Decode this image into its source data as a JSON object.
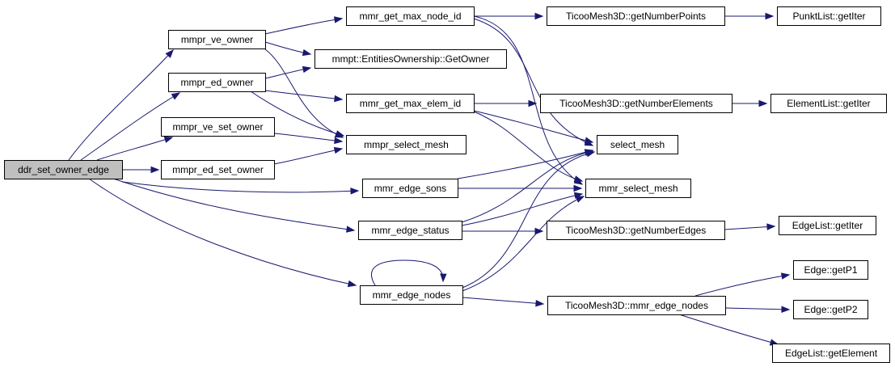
{
  "diagram": {
    "colors": {
      "edge": "#191970",
      "node_fill": "#ffffff",
      "root_fill": "#bfbfbf",
      "border": "#000000",
      "text": "#000000"
    },
    "nodes": [
      {
        "id": "root",
        "label": "ddr_set_owner_edge",
        "root": true
      },
      {
        "id": "ve_owner",
        "label": "mmpr_ve_owner"
      },
      {
        "id": "ed_owner",
        "label": "mmpr_ed_owner"
      },
      {
        "id": "ve_set_owner",
        "label": "mmpr_ve_set_owner"
      },
      {
        "id": "ed_set_owner",
        "label": "mmpr_ed_set_owner"
      },
      {
        "id": "max_node_id",
        "label": "mmr_get_max_node_id"
      },
      {
        "id": "get_owner",
        "label": "mmpt::EntitiesOwnership::GetOwner"
      },
      {
        "id": "max_elem_id",
        "label": "mmr_get_max_elem_id"
      },
      {
        "id": "mmpr_select_mesh",
        "label": "mmpr_select_mesh"
      },
      {
        "id": "edge_sons",
        "label": "mmr_edge_sons"
      },
      {
        "id": "edge_status",
        "label": "mmr_edge_status"
      },
      {
        "id": "edge_nodes",
        "label": "mmr_edge_nodes"
      },
      {
        "id": "num_points",
        "label": "TicooMesh3D::getNumberPoints"
      },
      {
        "id": "num_elements",
        "label": "TicooMesh3D::getNumberElements"
      },
      {
        "id": "select_mesh",
        "label": "select_mesh"
      },
      {
        "id": "mmr_select_mesh",
        "label": "mmr_select_mesh"
      },
      {
        "id": "num_edges",
        "label": "TicooMesh3D::getNumberEdges"
      },
      {
        "id": "ticoo_edge_nodes",
        "label": "TicooMesh3D::mmr_edge_nodes"
      },
      {
        "id": "punkt_iter",
        "label": "PunktList::getIter"
      },
      {
        "id": "element_iter",
        "label": "ElementList::getIter"
      },
      {
        "id": "edge_iter",
        "label": "EdgeList::getIter"
      },
      {
        "id": "get_p1",
        "label": "Edge::getP1"
      },
      {
        "id": "get_p2",
        "label": "Edge::getP2"
      },
      {
        "id": "get_element",
        "label": "EdgeList::getElement"
      }
    ],
    "edges": [
      {
        "from": "root",
        "to": "ve_owner"
      },
      {
        "from": "root",
        "to": "ed_owner"
      },
      {
        "from": "root",
        "to": "ve_set_owner"
      },
      {
        "from": "root",
        "to": "ed_set_owner"
      },
      {
        "from": "root",
        "to": "edge_sons"
      },
      {
        "from": "root",
        "to": "edge_status"
      },
      {
        "from": "root",
        "to": "edge_nodes"
      },
      {
        "from": "ve_owner",
        "to": "max_node_id"
      },
      {
        "from": "ve_owner",
        "to": "get_owner"
      },
      {
        "from": "ve_owner",
        "to": "mmpr_select_mesh"
      },
      {
        "from": "ed_owner",
        "to": "get_owner"
      },
      {
        "from": "ed_owner",
        "to": "max_elem_id"
      },
      {
        "from": "ed_owner",
        "to": "mmpr_select_mesh"
      },
      {
        "from": "ve_set_owner",
        "to": "mmpr_select_mesh"
      },
      {
        "from": "ed_set_owner",
        "to": "mmpr_select_mesh"
      },
      {
        "from": "max_node_id",
        "to": "num_points"
      },
      {
        "from": "max_node_id",
        "to": "select_mesh"
      },
      {
        "from": "max_node_id",
        "to": "mmr_select_mesh"
      },
      {
        "from": "max_elem_id",
        "to": "num_elements"
      },
      {
        "from": "max_elem_id",
        "to": "select_mesh"
      },
      {
        "from": "max_elem_id",
        "to": "mmr_select_mesh"
      },
      {
        "from": "num_points",
        "to": "punkt_iter"
      },
      {
        "from": "num_elements",
        "to": "element_iter"
      },
      {
        "from": "edge_sons",
        "to": "select_mesh"
      },
      {
        "from": "edge_sons",
        "to": "mmr_select_mesh"
      },
      {
        "from": "edge_status",
        "to": "select_mesh"
      },
      {
        "from": "edge_status",
        "to": "mmr_select_mesh"
      },
      {
        "from": "edge_status",
        "to": "num_edges"
      },
      {
        "from": "edge_nodes",
        "to": "edge_nodes"
      },
      {
        "from": "edge_nodes",
        "to": "select_mesh"
      },
      {
        "from": "edge_nodes",
        "to": "mmr_select_mesh"
      },
      {
        "from": "edge_nodes",
        "to": "ticoo_edge_nodes"
      },
      {
        "from": "num_edges",
        "to": "edge_iter"
      },
      {
        "from": "ticoo_edge_nodes",
        "to": "get_p1"
      },
      {
        "from": "ticoo_edge_nodes",
        "to": "get_p2"
      },
      {
        "from": "ticoo_edge_nodes",
        "to": "get_element"
      }
    ]
  }
}
